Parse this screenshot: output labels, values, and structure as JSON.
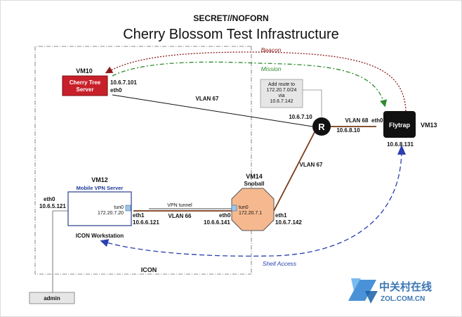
{
  "header": {
    "classification": "SECRET//NOFORN",
    "title": "Cherry Blossom Test Infrastructure"
  },
  "links": {
    "beacon": "Beacon",
    "mission": "Mission",
    "shell_access": "Shell Access",
    "vpn_tunnel": "VPN tunnel"
  },
  "vlans": {
    "vlan67_top": "VLAN 67",
    "vlan67_right": "VLAN 67",
    "vlan68": "VLAN 68",
    "vlan66": "VLAN 66"
  },
  "vm10": {
    "id": "VM10",
    "name_line1": "Cherry Tree",
    "name_line2": "Server",
    "ip": "10.6.7.101",
    "iface": "eth0"
  },
  "router": {
    "symbol": "R",
    "ip_left": "10.6.7.10",
    "ip_right": "10.6.8.10"
  },
  "route_note": {
    "line1": "Add route to",
    "line2": "172.20.7.0/24",
    "line3": "via",
    "line4": "10.6.7.142"
  },
  "vm13": {
    "id": "VM13",
    "name": "Flytrap",
    "iface": "eth0",
    "ip": "10.6.8.131"
  },
  "vm14": {
    "id": "VM14",
    "name": "Snoball",
    "tun_iface": "tun0",
    "tun_ip": "172.20.7.1",
    "eth0": "eth0",
    "eth0_ip": "10.6.6.141",
    "eth1": "eth1",
    "eth1_ip": "10.6.7.142"
  },
  "vm12": {
    "id": "VM12",
    "name": "Mobile VPN Server",
    "tun_iface": "tun0",
    "tun_ip": "172.20.7.20",
    "eth1": "eth1",
    "eth1_ip": "10.6.6.121",
    "eth0": "eth0",
    "eth0_ip": "10.6.5.121"
  },
  "workstation": {
    "label": "ICON Workstation"
  },
  "icon_zone": {
    "label": "ICON"
  },
  "admin": {
    "label": "admin"
  },
  "watermark": {
    "cn": "中关村在线",
    "en": "ZOL.COM.CN"
  },
  "colors": {
    "beacon": "#8b1a1a",
    "mission": "#2e8b2e",
    "shell": "#2a3fb0",
    "cherry_tree": "#c8202a",
    "snoball": "#f6b98f",
    "vlan_cable": "#7a3a1a"
  }
}
